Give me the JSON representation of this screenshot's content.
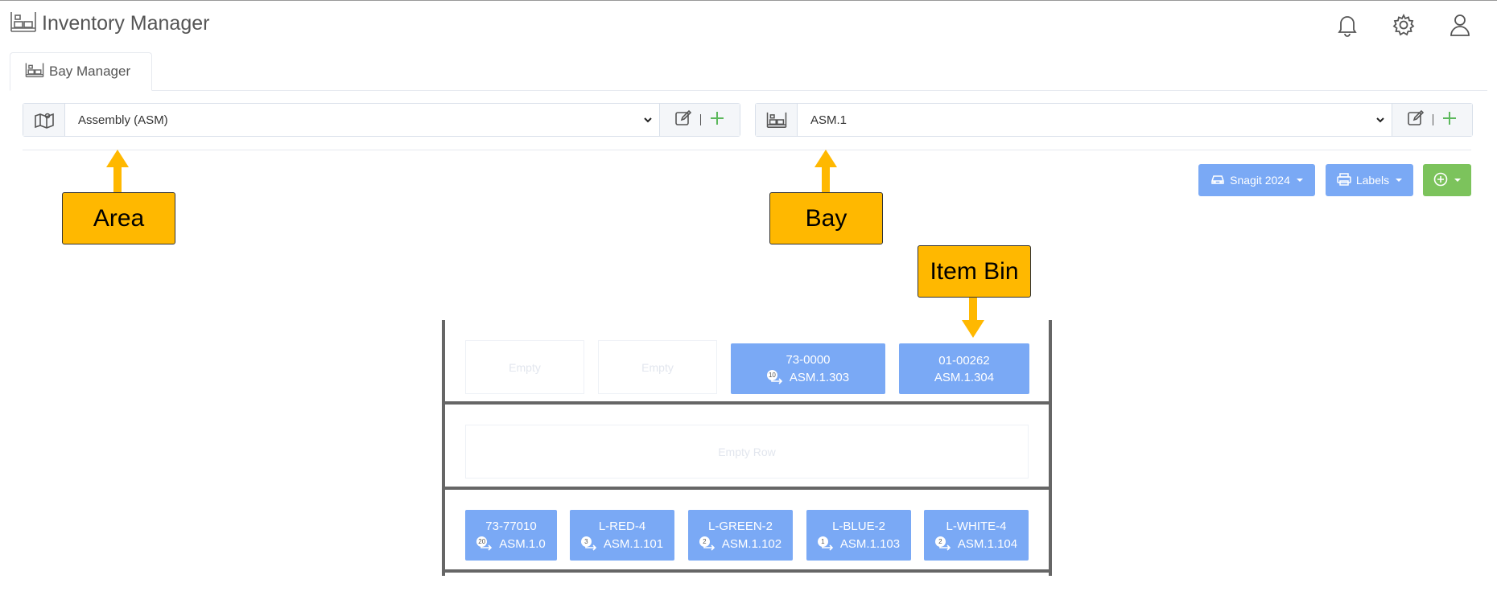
{
  "app": {
    "title": "Inventory Manager"
  },
  "header_icons": [
    "bell-icon",
    "gear-icon",
    "user-icon"
  ],
  "tab": {
    "label": "Bay Manager"
  },
  "area_select": {
    "value": "Assembly (ASM)"
  },
  "bay_select": {
    "value": "ASM.1"
  },
  "buttons": {
    "snagit": "Snagit 2024",
    "labels": "Labels"
  },
  "callouts": {
    "area": "Area",
    "bay": "Bay",
    "item_bin": "Item Bin"
  },
  "rows": [
    {
      "bins": [
        {
          "empty": true,
          "label": "Empty"
        },
        {
          "empty": true,
          "label": "Empty"
        },
        {
          "part": "73-0000",
          "count": "10",
          "location": "ASM.1.303"
        },
        {
          "part": "01-00262",
          "location": "ASM.1.304"
        }
      ]
    },
    {
      "empty_row_label": "Empty Row"
    },
    {
      "bins": [
        {
          "part": "73-77010",
          "count": "20",
          "location": "ASM.1.0"
        },
        {
          "part": "L-RED-4",
          "count": "3",
          "location": "ASM.1.101"
        },
        {
          "part": "L-GREEN-2",
          "count": "2",
          "location": "ASM.1.102"
        },
        {
          "part": "L-BLUE-2",
          "count": "1",
          "location": "ASM.1.103"
        },
        {
          "part": "L-WHITE-4",
          "count": "2",
          "location": "ASM.1.104"
        }
      ]
    }
  ],
  "colors": {
    "accent_blue": "#7aa9f5",
    "accent_green": "#7cc35c",
    "callout": "#ffb800"
  }
}
